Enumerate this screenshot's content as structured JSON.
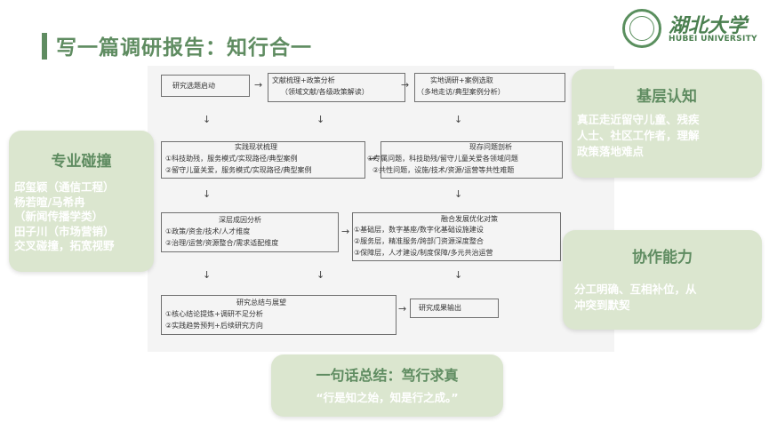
{
  "header": {
    "title": "写一篇调研报告：知行合一"
  },
  "logo": {
    "name_cn": "湖北大学",
    "name_en": "HUBEI UNIVERSITY"
  },
  "flowchart": {
    "row1": {
      "left": "研究选题启动",
      "middle": [
        "文献梳理+政策分析",
        "（领域文献/各级政策解读）"
      ],
      "right": [
        "实地调研+案例选取",
        "（多地走访/典型案例分析）"
      ]
    },
    "row2": {
      "left": [
        "实践现状梳理",
        "①科技助残，服务模式/实现路径/典型案例",
        "②留守儿童关爱，服务模式/实现路径/典型案例"
      ],
      "right": [
        "现存问题剖析",
        "①专属问题，科技助残/留守儿童关爱各领域问题",
        "②共性问题，设施/技术/资源/运营等共性难题"
      ]
    },
    "row3": {
      "left": [
        "深层成因分析",
        "①政策/资金/技术/人才维度",
        "②治理/运营/资源整合/需求适配维度"
      ],
      "right": [
        "融合发展优化对策",
        "①基础层，数字基座/数字化基础设施建设",
        "②服务层，精准服务/跨部门资源深度整合",
        "③保障层，人才建设/制度保障/多元共治运营"
      ]
    },
    "row4": {
      "left": [
        "研究总结与展望",
        "①核心结论提炼+调研不足分析",
        "②实践趋势预判+后续研究方向"
      ],
      "right": "研究成果输出"
    }
  },
  "cards": {
    "professional": {
      "title": "专业碰撞",
      "lines": [
        "邱玺颖（通信工程）",
        "杨若暄/马希冉",
        "（新闻传播学类）",
        "田子川（市场营销）",
        "交叉碰撞，拓宽视野"
      ]
    },
    "grassroots": {
      "title": "基层认知",
      "lines": [
        "真正走近留守儿童、残疾",
        "人士、社区工作者，理解",
        "政策落地难点"
      ]
    },
    "collaboration": {
      "title": "协作能力",
      "lines": [
        "分工明确、互相补位，从",
        "冲突到默契"
      ]
    },
    "summary": {
      "title": "一句话总结：笃行求真",
      "quote": "“行是知之始，知是行之成。”"
    }
  },
  "colors": {
    "accent": "#5f8c61",
    "card_bg": "#dbe6cf",
    "panel_bg": "#f4f4f4"
  }
}
